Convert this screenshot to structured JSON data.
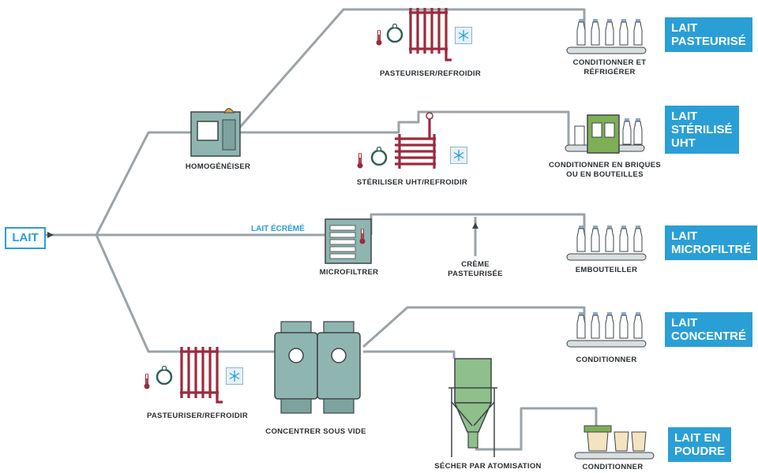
{
  "source": "LAIT",
  "skim_label": "LAIT ÉCRÉMÉ",
  "steps": {
    "homogenize": "HOMOGÉNÉISER",
    "pasteurize_top": "PASTEURISER/REFROIDIR",
    "sterilize": "STÉRILISER UHT/REFROIDIR",
    "microfilter": "MICROFILTRER",
    "cream": [
      "CRÈME",
      "PASTEURISÉE"
    ],
    "pasteurize_bottom": "PASTEURISER/REFROIDIR",
    "concentrate": "CONCENTRER SOUS VIDE",
    "spray_dry": "SÉCHER PAR ATOMISATION"
  },
  "packaging": {
    "pasteurized": [
      "CONDITIONNER ET",
      "RÉFRIGÉRER"
    ],
    "uht": [
      "CONDITIONNER EN BRIQUES",
      "OU EN BOUTEILLES"
    ],
    "microfiltered": "EMBOUTEILLER",
    "concentrated": "CONDITIONNER",
    "powder": "CONDITIONNER"
  },
  "products": [
    "LAIT\nPASTEURISÉ",
    "LAIT\nSTÉRILISÉ\nUHT",
    "LAIT\nMICROFILTRÉ",
    "LAIT\nCONCENTRÉ",
    "LAIT EN\nPOUDRE"
  ],
  "colors": {
    "accent": "#2a9fd6",
    "pipe": "#9aa3a8",
    "heater": "#9c2a3e",
    "equipment": "#8fb5b0",
    "carton": "#7fae57",
    "text": "#2a2f33"
  }
}
